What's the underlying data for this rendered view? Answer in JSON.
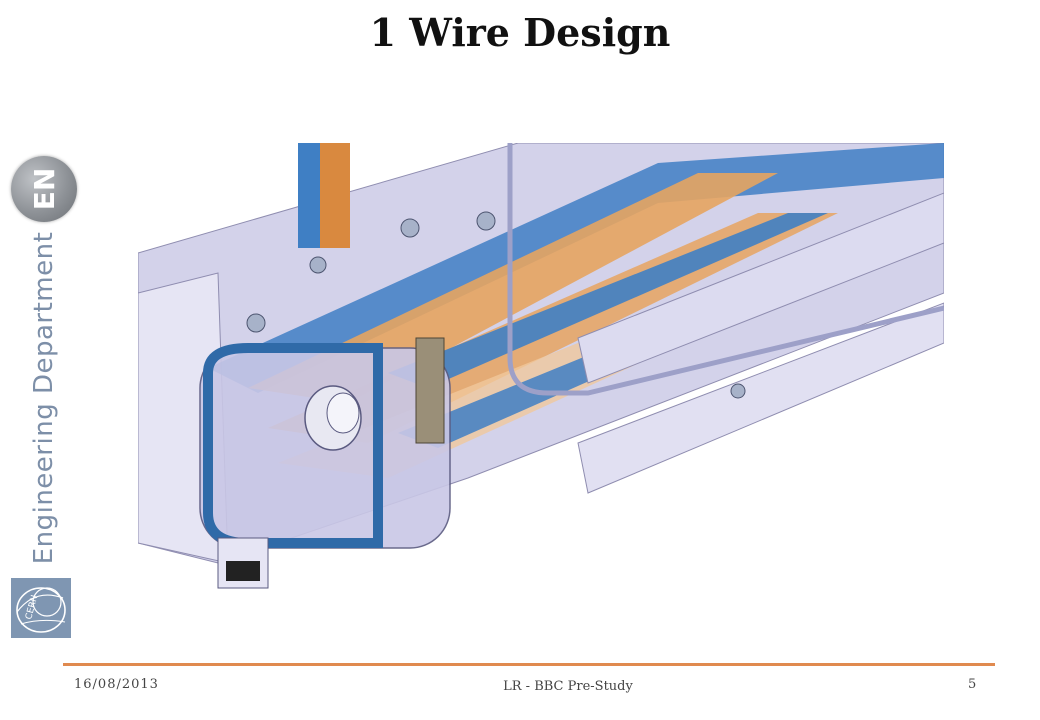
{
  "slide": {
    "title": "1 Wire Design",
    "sidebar": {
      "badge_text": "EN",
      "department": "Engineering Department",
      "logo_text": "CERN"
    },
    "figure": {
      "kind": "CAD rendering of beam-beam compensator wire assembly",
      "colors": {
        "housing": "#c9c7e6",
        "copper": "#d9893f",
        "blue_conductor": "#3f7fc4"
      }
    },
    "footer": {
      "date": "16/08/2013",
      "center": "LR - BBC Pre-Study",
      "page": "5"
    },
    "colors": {
      "accent_line": "#e08a4f",
      "sidebar_text": "#7d8fa8",
      "logo_bg": "#7f96b2"
    }
  }
}
